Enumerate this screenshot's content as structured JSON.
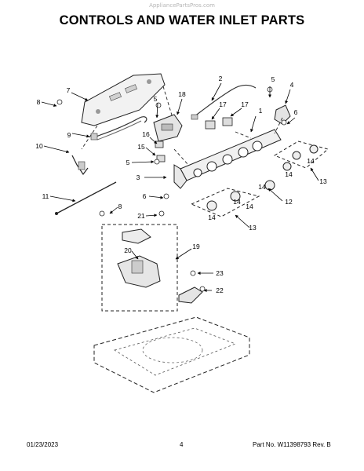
{
  "watermark": "AppliancePartsPros.com",
  "title": "CONTROLS AND WATER INLET PARTS",
  "callouts": [
    {
      "id": "c1",
      "text": "1"
    },
    {
      "id": "c2",
      "text": "2"
    },
    {
      "id": "c3",
      "text": "3"
    },
    {
      "id": "c4",
      "text": "4"
    },
    {
      "id": "c5a",
      "text": "5"
    },
    {
      "id": "c5b",
      "text": "5"
    },
    {
      "id": "c5c",
      "text": "5"
    },
    {
      "id": "c6a",
      "text": "6"
    },
    {
      "id": "c6b",
      "text": "6"
    },
    {
      "id": "c7",
      "text": "7"
    },
    {
      "id": "c8a",
      "text": "8"
    },
    {
      "id": "c8b",
      "text": "8"
    },
    {
      "id": "c9",
      "text": "9"
    },
    {
      "id": "c10",
      "text": "10"
    },
    {
      "id": "c11",
      "text": "11"
    },
    {
      "id": "c12",
      "text": "12"
    },
    {
      "id": "c13a",
      "text": "13"
    },
    {
      "id": "c13b",
      "text": "13"
    },
    {
      "id": "c14a",
      "text": "14"
    },
    {
      "id": "c14b",
      "text": "14"
    },
    {
      "id": "c14c",
      "text": "14"
    },
    {
      "id": "c14d",
      "text": "14"
    },
    {
      "id": "c14e",
      "text": "14"
    },
    {
      "id": "c14f",
      "text": "14"
    },
    {
      "id": "c15",
      "text": "15"
    },
    {
      "id": "c16",
      "text": "16"
    },
    {
      "id": "c17a",
      "text": "17"
    },
    {
      "id": "c17b",
      "text": "17"
    },
    {
      "id": "c18",
      "text": "18"
    },
    {
      "id": "c19",
      "text": "19"
    },
    {
      "id": "c20",
      "text": "20"
    },
    {
      "id": "c21",
      "text": "21"
    },
    {
      "id": "c22",
      "text": "22"
    },
    {
      "id": "c23",
      "text": "23"
    }
  ],
  "footer": {
    "date": "01/23/2023",
    "page": "4",
    "part_number": "Part No. W11398793  Rev. B"
  }
}
